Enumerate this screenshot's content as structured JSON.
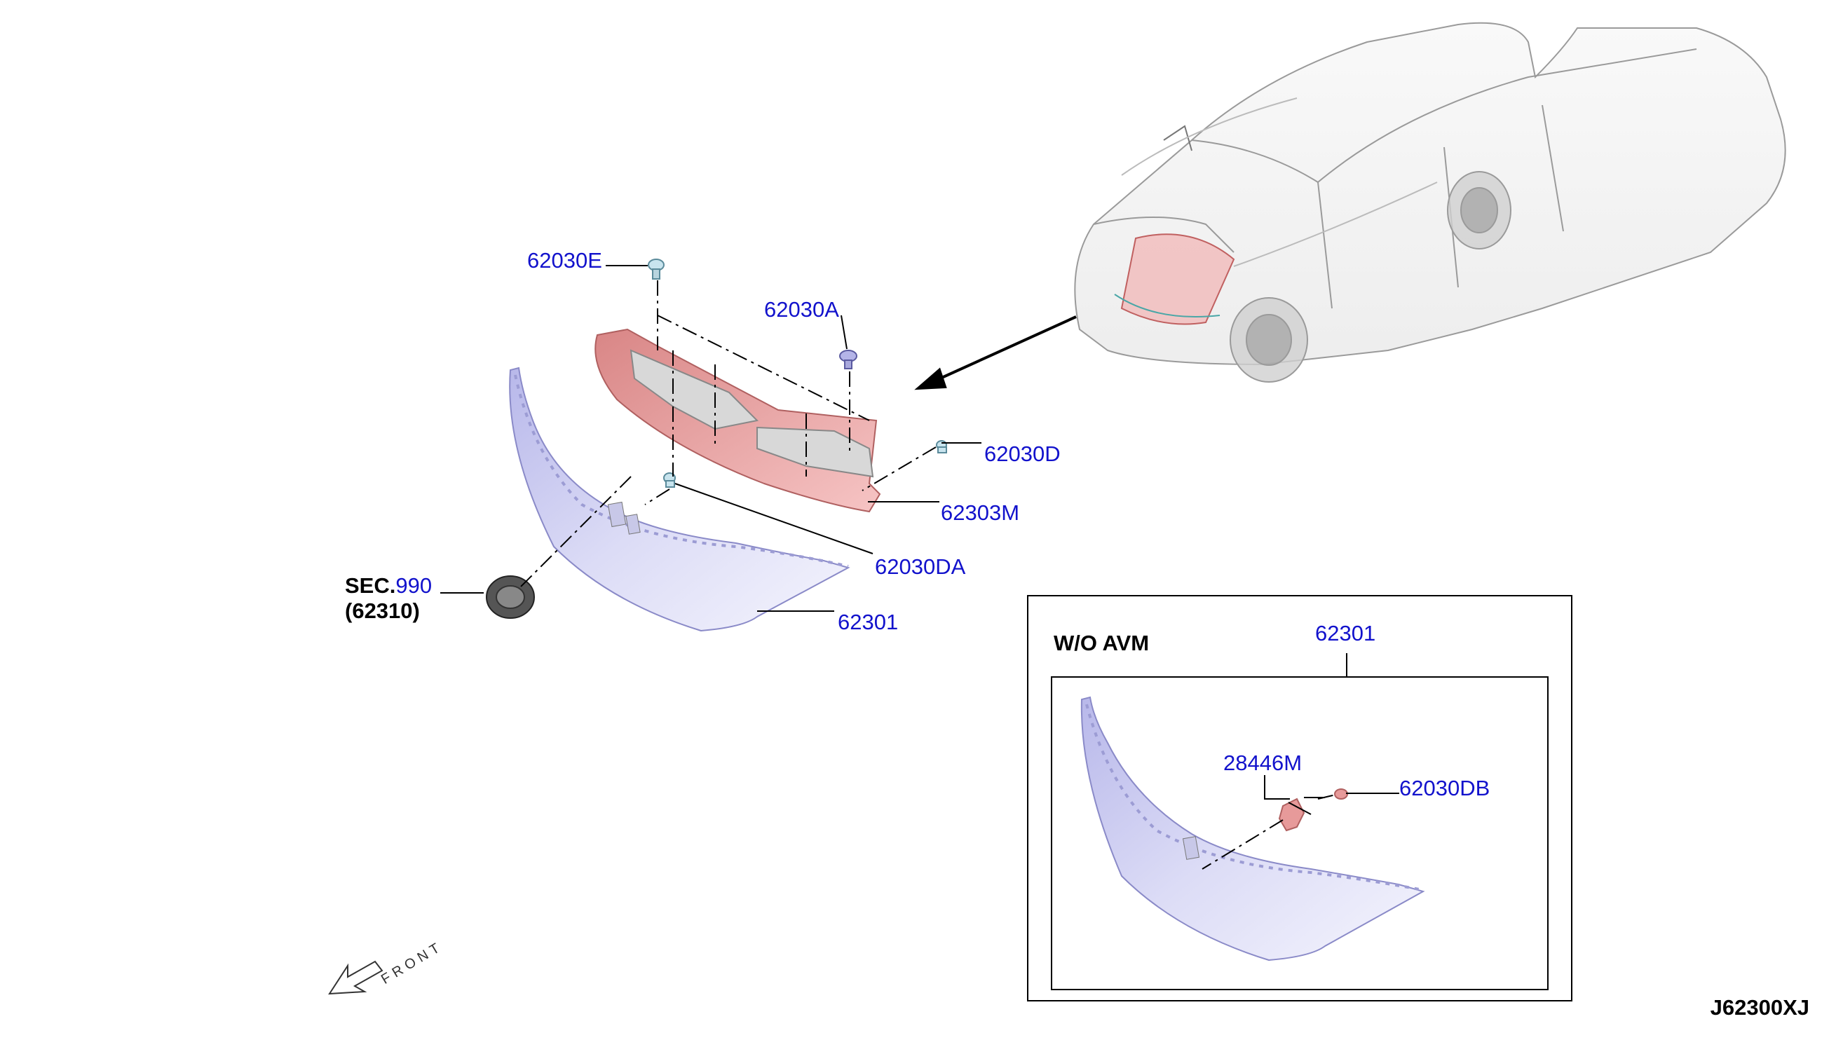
{
  "diagram": {
    "parts": {
      "p62030E": "62030E",
      "p62030A": "62030A",
      "p62030D": "62030D",
      "p62303M": "62303M",
      "p62030DA": "62030DA",
      "p62301": "62301",
      "sec_prefix": "SEC.",
      "sec_num": "990",
      "sec_sub": "(62310)"
    },
    "inset": {
      "title": "W/O AVM",
      "p62301": "62301",
      "p28446M": "28446M",
      "p62030DB": "62030DB"
    },
    "front_label": "FRONT",
    "sheet_id": "J62300XJ"
  },
  "colors": {
    "label_blue": "#1212cc",
    "grille_lavender": "#dcdcf6",
    "bracket_red": "#e79a9a",
    "line": "#000000"
  }
}
